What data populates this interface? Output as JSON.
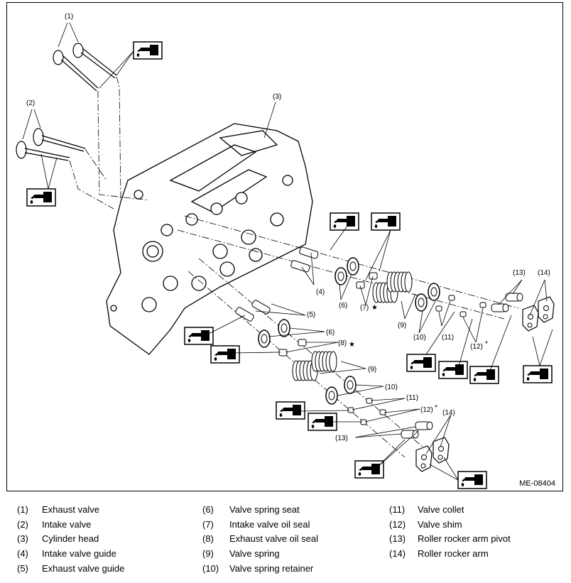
{
  "diagram": {
    "reference_code": "ME-08404",
    "callouts": {
      "c1": "(1)",
      "c2": "(2)",
      "c3": "(3)",
      "c4": "(4)",
      "c5": "(5)",
      "c6a": "(6)",
      "c6b": "(6)",
      "c7": "(7)",
      "c8": "(8)",
      "c9a": "(9)",
      "c9b": "(9)",
      "c10a": "(10)",
      "c10b": "(10)",
      "c11a": "(11)",
      "c11b": "(11)",
      "c12a": "(12)",
      "c12b": "(12)",
      "c13a": "(13)",
      "c13b": "(13)",
      "c14a": "(14)",
      "c14b": "(14)",
      "star": "★",
      "asterisk": "*"
    },
    "oil_icon": "oil-can-icon"
  },
  "legend": {
    "columns": [
      [
        {
          "num": "(1)",
          "name": "Exhaust valve"
        },
        {
          "num": "(2)",
          "name": "Intake valve"
        },
        {
          "num": "(3)",
          "name": "Cylinder head"
        },
        {
          "num": "(4)",
          "name": "Intake valve guide"
        },
        {
          "num": "(5)",
          "name": "Exhaust valve guide"
        }
      ],
      [
        {
          "num": "(6)",
          "name": "Valve spring seat"
        },
        {
          "num": "(7)",
          "name": "Intake valve oil seal"
        },
        {
          "num": "(8)",
          "name": "Exhaust valve oil seal"
        },
        {
          "num": "(9)",
          "name": "Valve spring"
        },
        {
          "num": "(10)",
          "name": "Valve spring retainer"
        }
      ],
      [
        {
          "num": "(11)",
          "name": "Valve collet"
        },
        {
          "num": "(12)",
          "name": "Valve shim"
        },
        {
          "num": "(13)",
          "name": "Roller rocker arm pivot"
        },
        {
          "num": "(14)",
          "name": "Roller rocker arm"
        }
      ]
    ]
  }
}
